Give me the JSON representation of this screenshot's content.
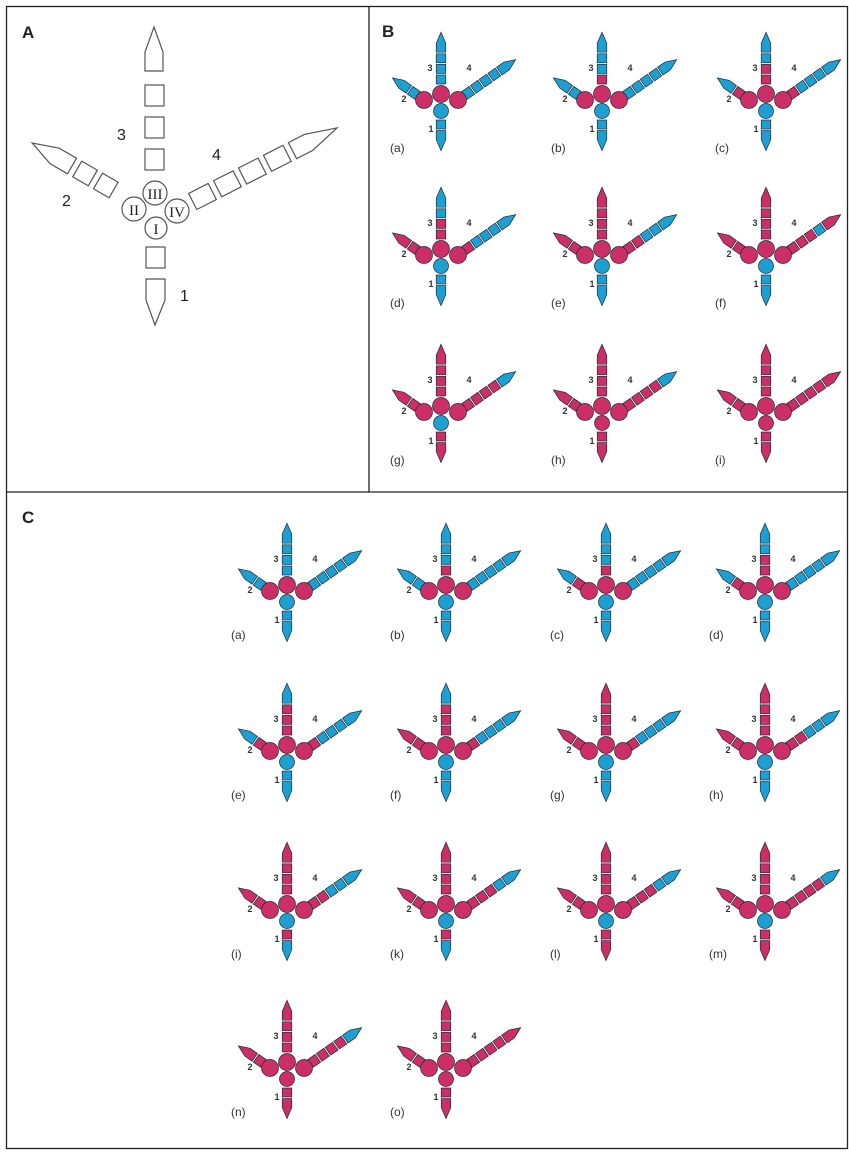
{
  "colors": {
    "blue": "#1e9fd2",
    "magenta": "#cc2e66",
    "outline": "#1d2b3a",
    "frame": "#222222"
  },
  "panel_labels": {
    "a": "A",
    "b": "B",
    "c": "C"
  },
  "schematic": {
    "digit_labels": [
      "1",
      "2",
      "3",
      "4"
    ],
    "pad_labels": [
      "I",
      "II",
      "III",
      "IV"
    ]
  },
  "foot_digit_labels": [
    "1",
    "2",
    "3",
    "4"
  ],
  "panel_b": [
    {
      "label": "(a)",
      "state": {
        "p1": "B",
        "p2": "M",
        "p3": "M",
        "p4": "M",
        "d1": "BB",
        "d2": "BB",
        "d3": "BBBB",
        "d4": "BBBBB"
      }
    },
    {
      "label": "(b)",
      "state": {
        "p1": "B",
        "p2": "M",
        "p3": "M",
        "p4": "M",
        "d1": "BB",
        "d2": "BB",
        "d3": "MBBB",
        "d4": "BBBBB"
      }
    },
    {
      "label": "(c)",
      "state": {
        "p1": "B",
        "p2": "M",
        "p3": "M",
        "p4": "M",
        "d1": "BB",
        "d2": "MB",
        "d3": "MMBB",
        "d4": "MBBBB"
      }
    },
    {
      "label": "(d)",
      "state": {
        "p1": "B",
        "p2": "M",
        "p3": "M",
        "p4": "M",
        "d1": "BB",
        "d2": "MM",
        "d3": "MMBB",
        "d4": "MBBBB"
      }
    },
    {
      "label": "(e)",
      "state": {
        "p1": "B",
        "p2": "M",
        "p3": "M",
        "p4": "M",
        "d1": "BB",
        "d2": "MM",
        "d3": "MMMM",
        "d4": "MMBBB"
      }
    },
    {
      "label": "(f)",
      "state": {
        "p1": "B",
        "p2": "M",
        "p3": "M",
        "p4": "M",
        "d1": "BB",
        "d2": "MM",
        "d3": "MMMM",
        "d4": "MMMBM"
      }
    },
    {
      "label": "(g)",
      "state": {
        "p1": "B",
        "p2": "M",
        "p3": "M",
        "p4": "M",
        "d1": "MM",
        "d2": "MM",
        "d3": "MMMM",
        "d4": "MMMMB"
      }
    },
    {
      "label": "(h)",
      "state": {
        "p1": "M",
        "p2": "M",
        "p3": "M",
        "p4": "M",
        "d1": "MM",
        "d2": "MM",
        "d3": "MMMM",
        "d4": "MMMMB"
      }
    },
    {
      "label": "(i)",
      "state": {
        "p1": "M",
        "p2": "M",
        "p3": "M",
        "p4": "M",
        "d1": "MM",
        "d2": "MM",
        "d3": "MMMM",
        "d4": "MMMMM"
      }
    }
  ],
  "panel_c": [
    {
      "label": "(a)",
      "state": {
        "p1": "B",
        "p2": "M",
        "p3": "M",
        "p4": "M",
        "d1": "BB",
        "d2": "BB",
        "d3": "BBBB",
        "d4": "BBBBB"
      }
    },
    {
      "label": "(b)",
      "state": {
        "p1": "B",
        "p2": "M",
        "p3": "M",
        "p4": "M",
        "d1": "BB",
        "d2": "BB",
        "d3": "MBBB",
        "d4": "BBBBB"
      }
    },
    {
      "label": "(c)",
      "state": {
        "p1": "B",
        "p2": "M",
        "p3": "M",
        "p4": "M",
        "d1": "BB",
        "d2": "MB",
        "d3": "MBBB",
        "d4": "BBBBB"
      }
    },
    {
      "label": "(d)",
      "state": {
        "p1": "B",
        "p2": "M",
        "p3": "M",
        "p4": "M",
        "d1": "BB",
        "d2": "MB",
        "d3": "MMBB",
        "d4": "BBBBB"
      }
    },
    {
      "label": "(e)",
      "state": {
        "p1": "B",
        "p2": "M",
        "p3": "M",
        "p4": "M",
        "d1": "BB",
        "d2": "MB",
        "d3": "MMMB",
        "d4": "MBBBB"
      }
    },
    {
      "label": "(f)",
      "state": {
        "p1": "B",
        "p2": "M",
        "p3": "M",
        "p4": "M",
        "d1": "BB",
        "d2": "MM",
        "d3": "MMMB",
        "d4": "MBBBB"
      }
    },
    {
      "label": "(g)",
      "state": {
        "p1": "B",
        "p2": "M",
        "p3": "M",
        "p4": "M",
        "d1": "BB",
        "d2": "MM",
        "d3": "MMMM",
        "d4": "MBBBB"
      }
    },
    {
      "label": "(h)",
      "state": {
        "p1": "B",
        "p2": "M",
        "p3": "M",
        "p4": "M",
        "d1": "BB",
        "d2": "MM",
        "d3": "MMMM",
        "d4": "MMBBB"
      }
    },
    {
      "label": "(i)",
      "state": {
        "p1": "B",
        "p2": "M",
        "p3": "M",
        "p4": "M",
        "d1": "MB",
        "d2": "MM",
        "d3": "MMMM",
        "d4": "MMBBB"
      }
    },
    {
      "label": "(k)",
      "state": {
        "p1": "B",
        "p2": "M",
        "p3": "M",
        "p4": "M",
        "d1": "MB",
        "d2": "MM",
        "d3": "MMMM",
        "d4": "MMMBB"
      }
    },
    {
      "label": "(l)",
      "state": {
        "p1": "B",
        "p2": "M",
        "p3": "M",
        "p4": "M",
        "d1": "MM",
        "d2": "MM",
        "d3": "MMMM",
        "d4": "MMMBB"
      }
    },
    {
      "label": "(m)",
      "state": {
        "p1": "B",
        "p2": "M",
        "p3": "M",
        "p4": "M",
        "d1": "MM",
        "d2": "MM",
        "d3": "MMMM",
        "d4": "MMMMB"
      }
    },
    {
      "label": "(n)",
      "state": {
        "p1": "M",
        "p2": "M",
        "p3": "M",
        "p4": "M",
        "d1": "MM",
        "d2": "MM",
        "d3": "MMMM",
        "d4": "MMMMB"
      }
    },
    {
      "label": "(o)",
      "state": {
        "p1": "M",
        "p2": "M",
        "p3": "M",
        "p4": "M",
        "d1": "MM",
        "d2": "MM",
        "d3": "MMMM",
        "d4": "MMMMM"
      }
    }
  ]
}
